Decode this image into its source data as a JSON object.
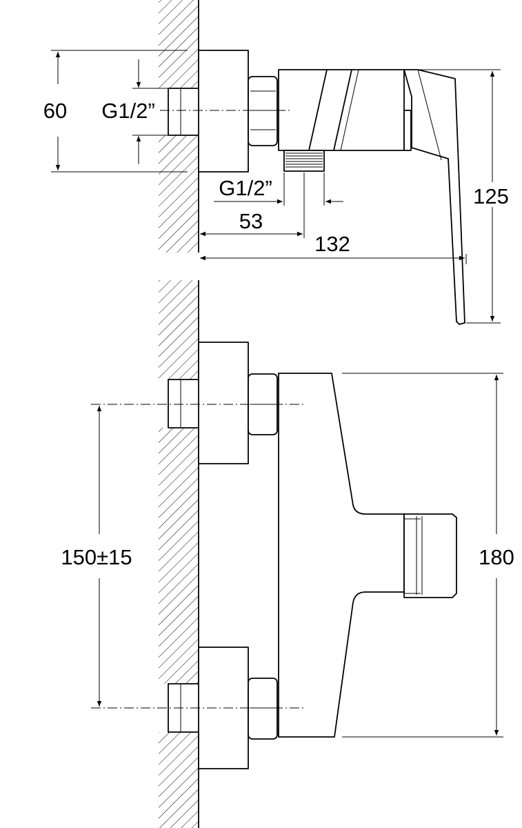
{
  "top_view": {
    "dim_height": "60",
    "thread_inlet": "G1/2”",
    "thread_outlet": "G1/2”",
    "dim_outlet_offset": "53",
    "dim_depth": "132",
    "dim_lever_height": "125"
  },
  "front_view": {
    "dim_inlet_spacing": "150±15",
    "dim_body_height": "180"
  }
}
